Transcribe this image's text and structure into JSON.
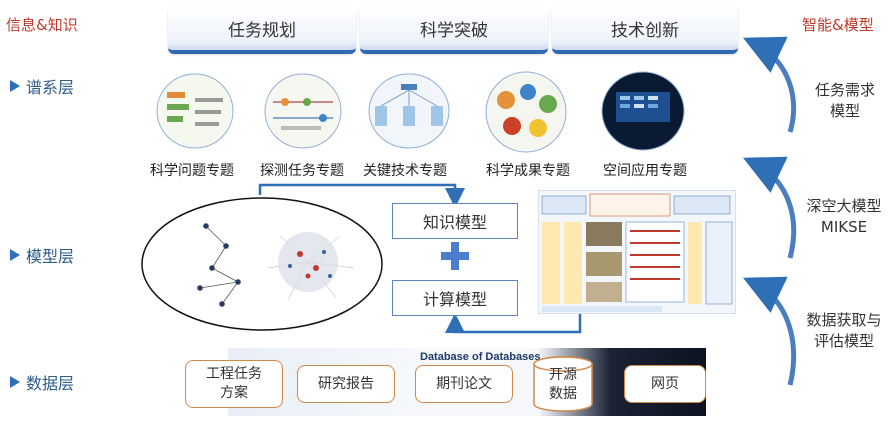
{
  "left_top_label": "信息&知识",
  "right_top_label": "智能&模型",
  "tabs": [
    "任务规划",
    "科学突破",
    "技术创新"
  ],
  "layers": [
    "谱系层",
    "模型层",
    "数据层"
  ],
  "topics": [
    "科学问题专题",
    "探测任务专题",
    "关键技术专题",
    "科学成果专题",
    "空间应用专题"
  ],
  "models": {
    "knowledge": "知识模型",
    "compute": "计算模型"
  },
  "right_labels": {
    "task": "任务需求\n模型",
    "deep": "深空大模型\nMIKSE",
    "data": "数据获取与\n评估模型"
  },
  "data_sources": [
    "工程任务\n方案",
    "研究报告",
    "期刊论文",
    "开源\n数据",
    "网页"
  ],
  "db_banner": "Database of Databases",
  "colors": {
    "accent": "#2f68b3",
    "red": "#c0392b",
    "arrow": "#2e6fb5"
  }
}
